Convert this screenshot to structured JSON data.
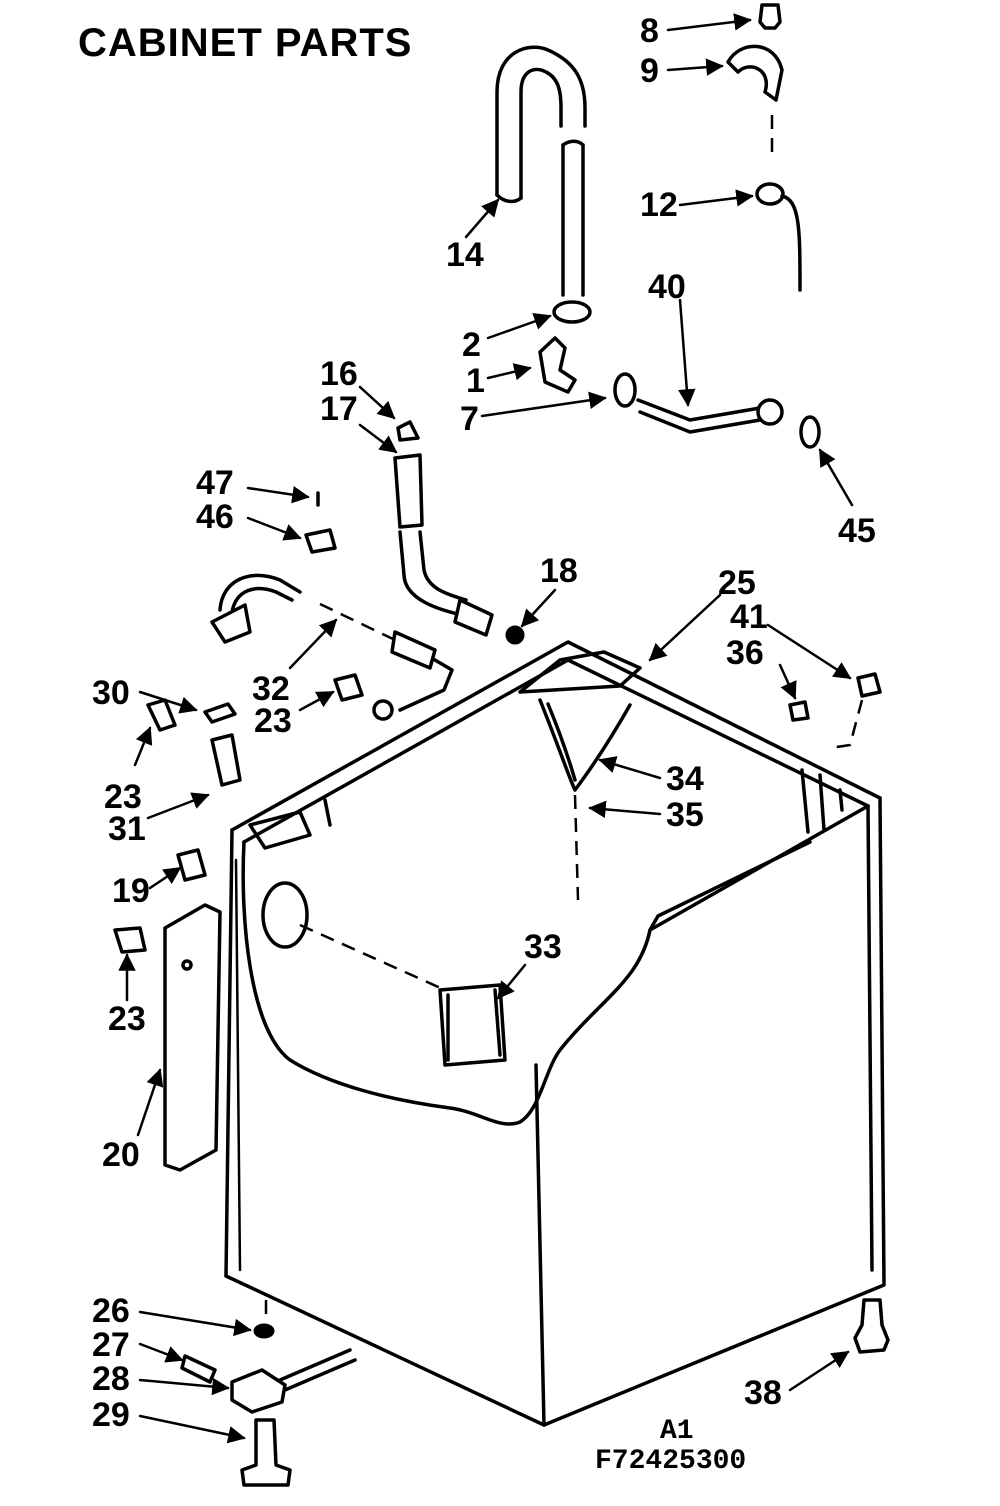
{
  "diagram": {
    "title": "CABINET PARTS",
    "revision": "A1",
    "drawing_code": "F72425300",
    "callouts": {
      "c8": "8",
      "c9": "9",
      "c12": "12",
      "c14": "14",
      "c40": "40",
      "c2": "2",
      "c1": "1",
      "c7": "7",
      "c45": "45",
      "c16": "16",
      "c17": "17",
      "c47": "47",
      "c46": "46",
      "c18": "18",
      "c25": "25",
      "c41": "41",
      "c36": "36",
      "c32": "32",
      "c30": "30",
      "c23a": "23",
      "c23b": "23",
      "c31": "31",
      "c34": "34",
      "c35": "35",
      "c19": "19",
      "c23c": "23",
      "c33": "33",
      "c20": "20",
      "c26": "26",
      "c27": "27",
      "c28": "28",
      "c29": "29",
      "c38": "38"
    }
  }
}
